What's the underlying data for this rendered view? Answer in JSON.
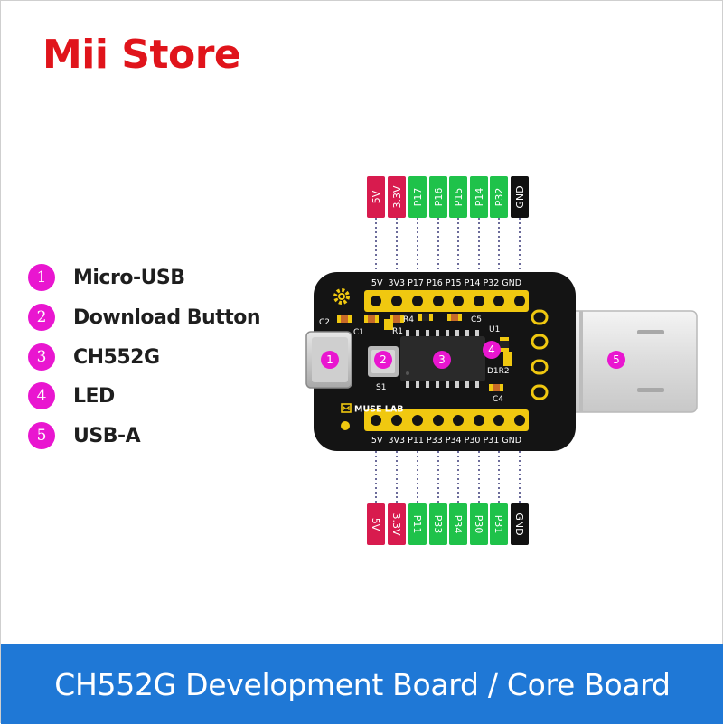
{
  "brand": {
    "name": "Mii Store"
  },
  "legend": [
    {
      "num": "1",
      "label": "Micro-USB"
    },
    {
      "num": "2",
      "label": "Download Button"
    },
    {
      "num": "3",
      "label": "CH552G"
    },
    {
      "num": "4",
      "label": "LED"
    },
    {
      "num": "5",
      "label": "USB-A"
    }
  ],
  "top_pins": [
    "5V",
    "3.3V",
    "P17",
    "P16",
    "P15",
    "P14",
    "P32",
    "GND"
  ],
  "bottom_pins": [
    "5V",
    "3.3V",
    "P11",
    "P33",
    "P34",
    "P30",
    "P31",
    "GND"
  ],
  "board": {
    "silk_top": "5V  3V3 P17 P16 P15 P14 P32 GND",
    "silk_bottom": "5V  3V3 P11 P33 P34 P30 P31 GND",
    "logo": "MUSE LAB",
    "refs": {
      "c2": "C2",
      "c1": "C1",
      "r4": "R4",
      "r1": "R1",
      "c5": "C5",
      "u1": "U1",
      "s1": "S1",
      "d1r2": "D1R2",
      "c4": "C4"
    },
    "markers": [
      "1",
      "2",
      "3",
      "4",
      "5"
    ]
  },
  "colors": {
    "power": "#d81b4e",
    "io": "#1fc24a",
    "ground": "#111111",
    "marker": "#e916d0",
    "footer": "#1f78d6",
    "brand": "#e0141b"
  },
  "footer": {
    "title": "CH552G Development Board / Core Board"
  }
}
